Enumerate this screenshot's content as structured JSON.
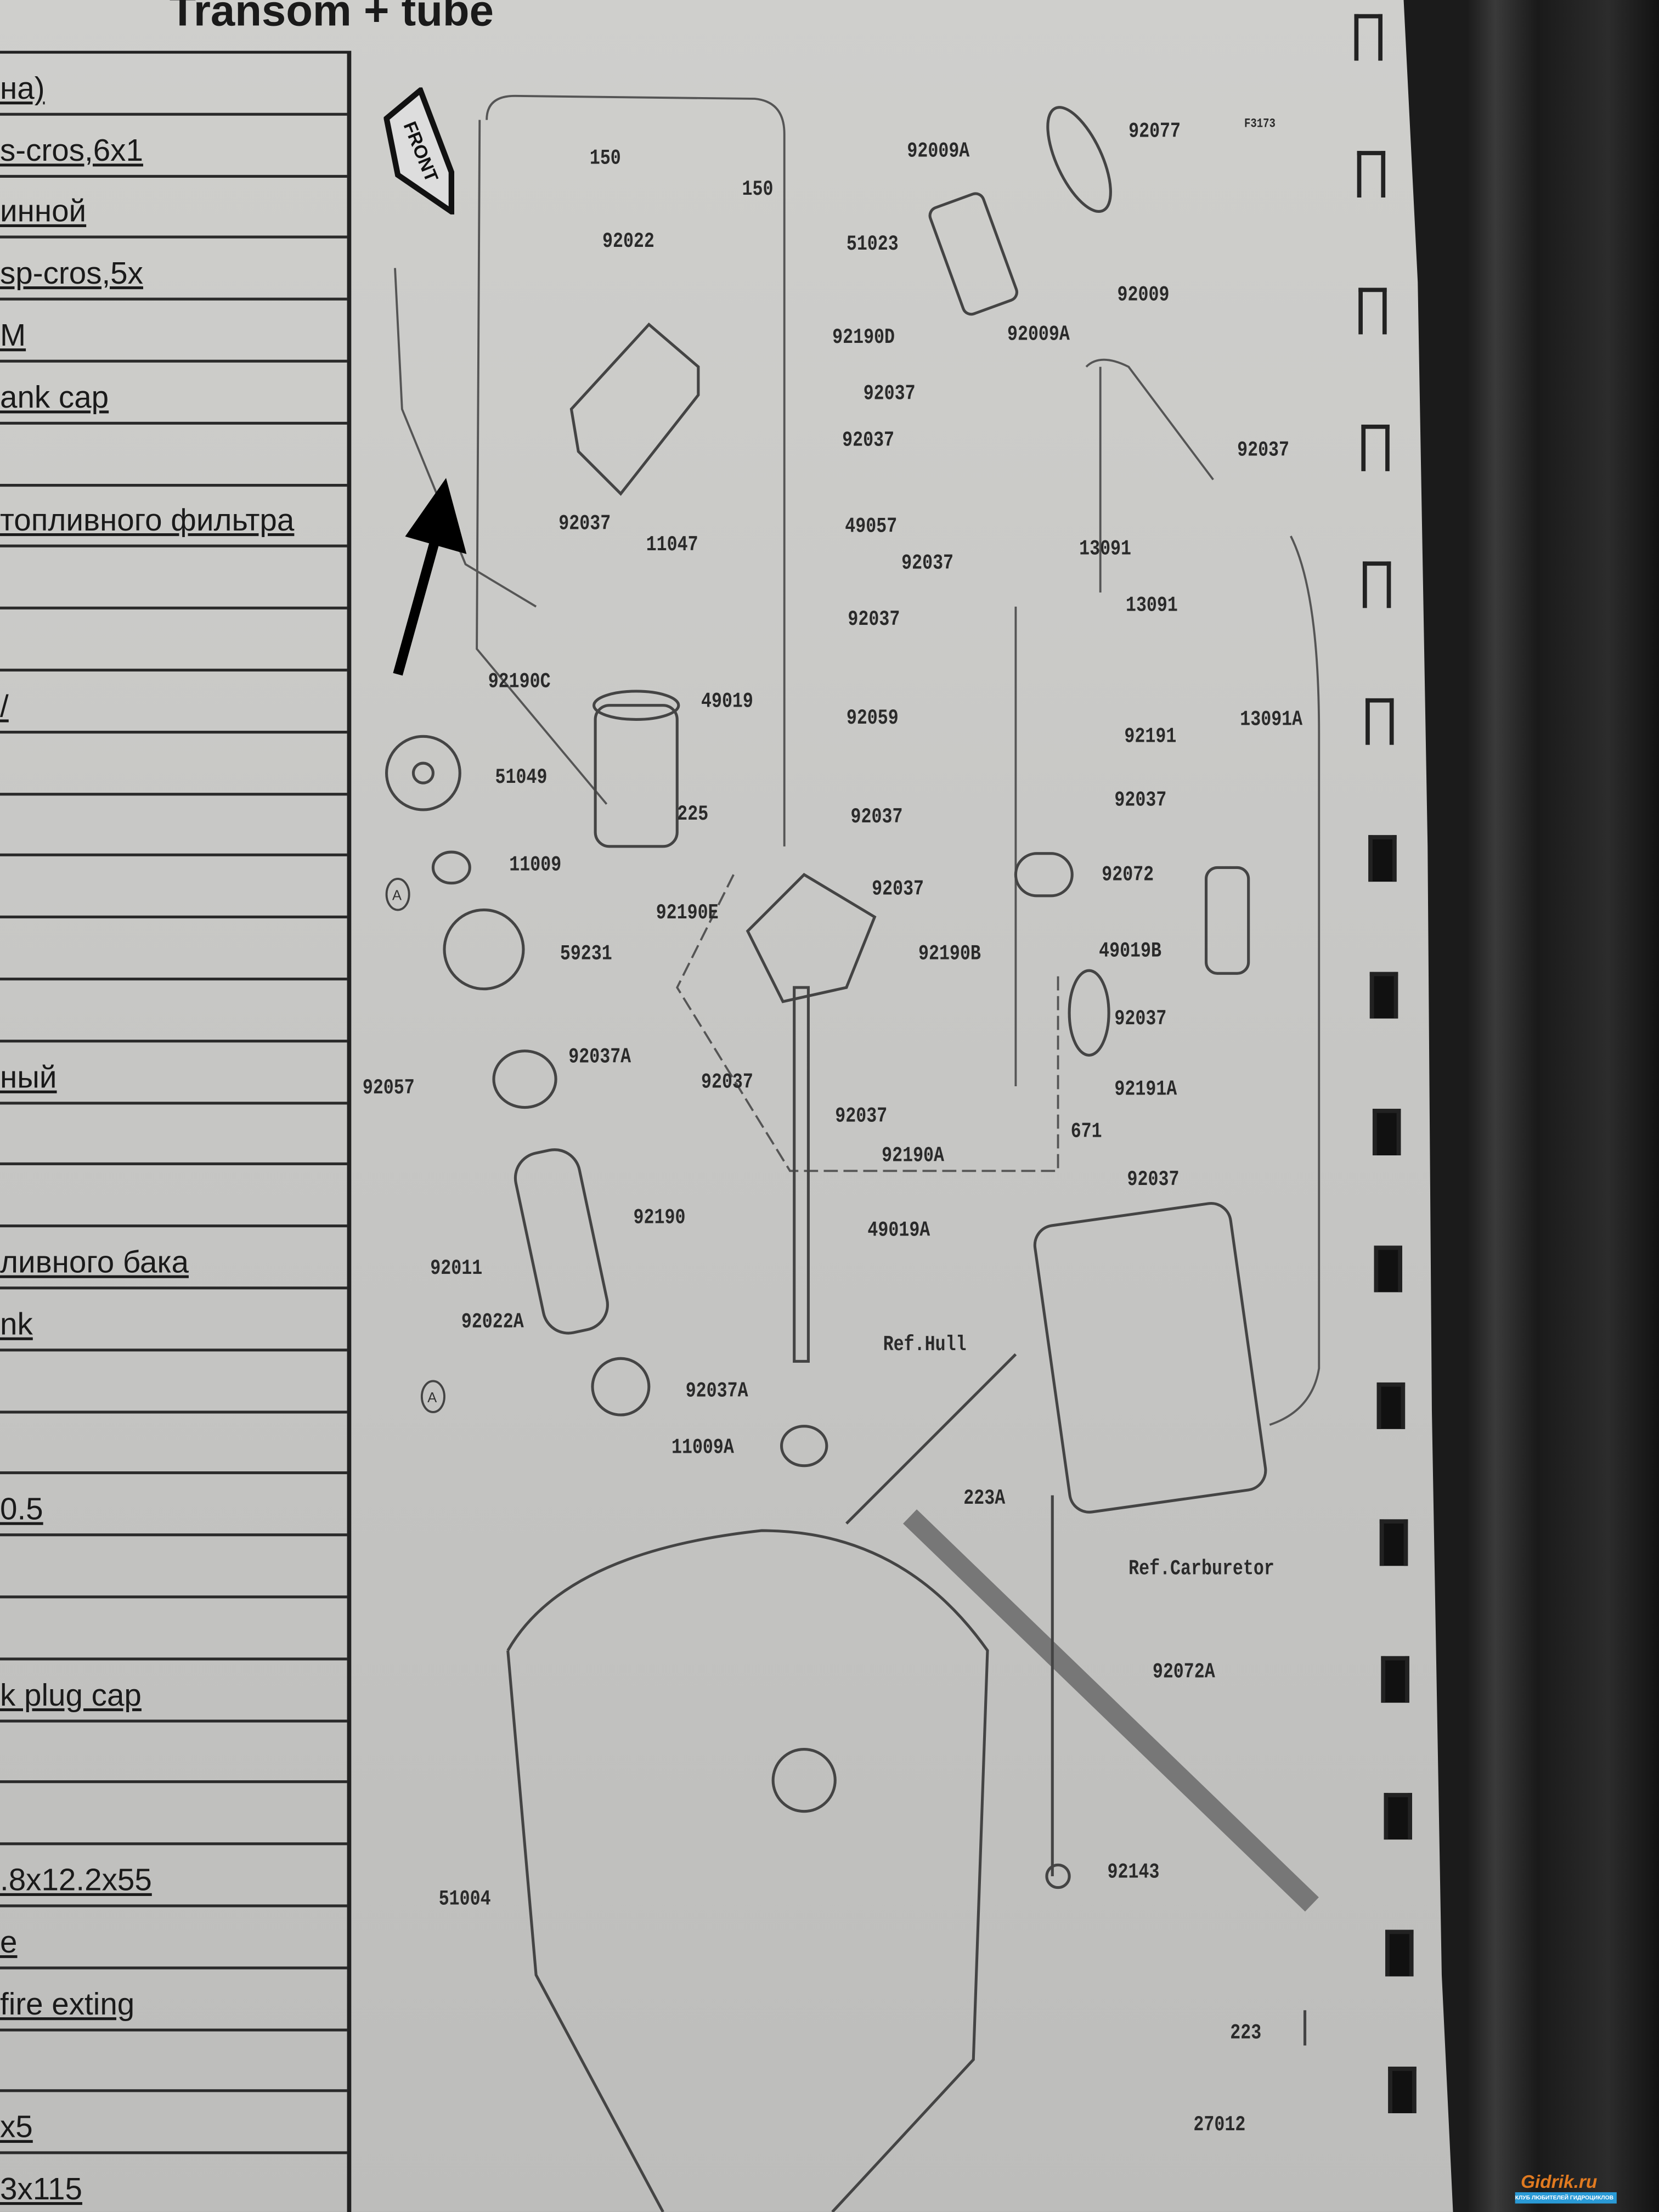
{
  "page": {
    "title": "Transom + tube"
  },
  "table": {
    "rows": [
      "на)",
      "s-cros,6x1",
      "инной",
      "sp-cros,5x",
      "M",
      "ank cap",
      "",
      "топливного фильтра",
      "",
      "",
      "/",
      "",
      "",
      "",
      "",
      "",
      "ный",
      "",
      "",
      "ливного бака",
      "nk",
      "",
      "",
      "0.5",
      "",
      "",
      "k plug cap",
      "",
      "",
      ".8x12.2x55",
      "e",
      "fire exting",
      "",
      "x5",
      "3x115"
    ]
  },
  "diagram": {
    "front_sign": "FRONT",
    "ref_marker": "A",
    "labels": [
      "150",
      "150",
      "92022",
      "92009A",
      "92077",
      "F3173",
      "51023",
      "92009",
      "92190D",
      "92009A",
      "92037",
      "92037",
      "92037",
      "92037",
      "11047",
      "49057",
      "92037",
      "13091",
      "13091",
      "92037",
      "92190C",
      "49019",
      "92059",
      "92191",
      "13091A",
      "51049",
      "225",
      "92037",
      "92037",
      "11009",
      "92037",
      "92072",
      "92190E",
      "92190B",
      "59231",
      "49019B",
      "92037A",
      "92037",
      "92057",
      "92037",
      "92037",
      "671",
      "92191A",
      "92190A",
      "92037",
      "92190",
      "49019A",
      "92011",
      "92022A",
      "Ref.Hull",
      "92037A",
      "11009A",
      "223A",
      "Ref.Carburetor",
      "92072A",
      "92143",
      "51004",
      "223",
      "27012"
    ]
  },
  "watermark": {
    "brand": "Gidrik.ru",
    "tagline": "КЛУБ ЛЮБИТЕЛЕЙ ГИДРОЦИКЛОВ",
    "colors": {
      "brand": "#e07a20",
      "band": "#2a9ad6"
    }
  }
}
